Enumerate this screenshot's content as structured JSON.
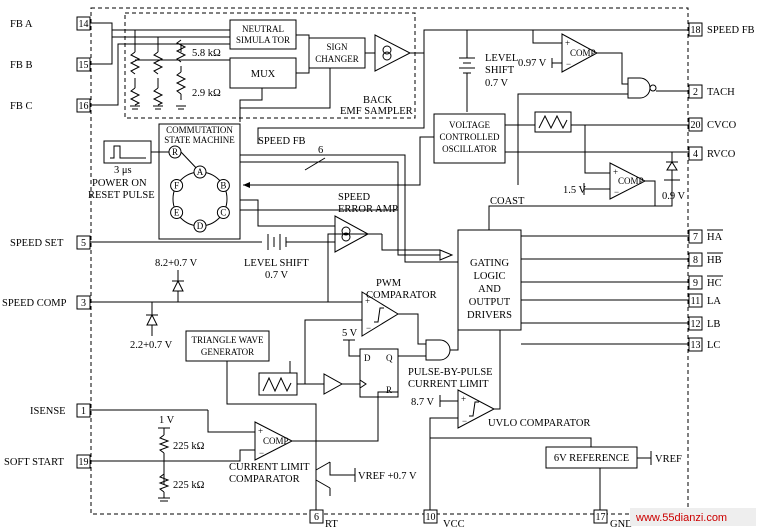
{
  "left_pins": [
    {
      "num": "14",
      "label": "FB A"
    },
    {
      "num": "15",
      "label": "FB B"
    },
    {
      "num": "16",
      "label": "FB C"
    },
    {
      "num": "5",
      "label": "SPEED SET"
    },
    {
      "num": "3",
      "label": "SPEED COMP"
    },
    {
      "num": "1",
      "label": "ISENSE"
    },
    {
      "num": "19",
      "label": "SOFT START"
    }
  ],
  "right_pins": [
    {
      "num": "18",
      "label": "SPEED FB"
    },
    {
      "num": "2",
      "label": "TACH"
    },
    {
      "num": "20",
      "label": "CVCO"
    },
    {
      "num": "4",
      "label": "RVCO"
    },
    {
      "num": "7",
      "label": "HA"
    },
    {
      "num": "8",
      "label": "HB"
    },
    {
      "num": "9",
      "label": "HC"
    },
    {
      "num": "11",
      "label": "LA"
    },
    {
      "num": "12",
      "label": "LB"
    },
    {
      "num": "13",
      "label": "LC"
    }
  ],
  "bottom_pins": [
    {
      "num": "6",
      "label": "RT"
    },
    {
      "num": "10",
      "label": "VCC"
    },
    {
      "num": "17",
      "label": "GND"
    }
  ],
  "blocks": {
    "neutral_simulator": [
      "NEUTRAL",
      "SIMULA TOR"
    ],
    "mux": "MUX",
    "sign_changer": [
      "SIGN",
      "CHANGER"
    ],
    "back_emf_sampler": [
      "BACK",
      "EMF SAMPLER"
    ],
    "commutation": [
      "COMMUTATION",
      "STATE MACHINE"
    ],
    "vco": [
      "VOLTAGE",
      "CONTROLLED",
      "OSCILLATOR"
    ],
    "gating": [
      "GATING",
      "LOGIC",
      "AND",
      "OUTPUT",
      "DRIVERS"
    ],
    "triangle": [
      "TRIANGLE WAVE",
      "GENERATOR"
    ],
    "reference": "6V REFERENCE"
  },
  "labels": {
    "r_58k": "5.8 kΩ",
    "r_29k": "2.9 kΩ",
    "level_shift_top": [
      "LEVEL",
      "SHIFT",
      "0.7 V"
    ],
    "v097": "0.97 V",
    "comp": "COMP",
    "speed_fb_bus": "SPEED FB",
    "bus_width": "6",
    "pulse_width": "3 μs",
    "power_on": [
      "POWER ON",
      "RESET PULSE"
    ],
    "v15": "1.5 V",
    "v09": "0.9 V",
    "speed_error_amp": [
      "SPEED",
      "ERROR AMP"
    ],
    "level_shift_mid": [
      "LEVEL SHIFT",
      "0.7 V"
    ],
    "coast": "COAST",
    "clamp_high": "8.2+0.7 V",
    "clamp_low": "2.2+0.7 V",
    "pwm_comparator": [
      "PWM",
      "COMPARATOR"
    ],
    "v5": "5 V",
    "pulse_by_pulse": [
      "PULSE-BY-PULSE",
      "CURRENT LIMIT"
    ],
    "v87": "8.7 V",
    "uvlo": "UVLO COMPARATOR",
    "v1": "1 V",
    "r_225_top": "225 kΩ",
    "r_225_bot": "225 kΩ",
    "current_limit": [
      "CURRENT LIMIT",
      "COMPARATOR"
    ],
    "vref07": "VREF +0.7 V",
    "vref": "VREF",
    "ff_d": "D",
    "ff_q": "Q",
    "ff_r": "R",
    "reset_r": "R"
  },
  "states": [
    "A",
    "B",
    "C",
    "D",
    "E",
    "F"
  ],
  "watermark": "www.55dianzi.com"
}
